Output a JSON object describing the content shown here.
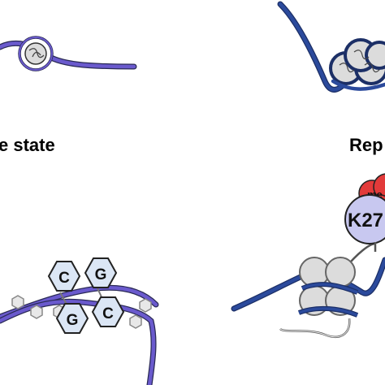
{
  "labels": {
    "left_state": "e state",
    "right_state": "Rep"
  },
  "bases": [
    "C",
    "G",
    "G",
    "C"
  ],
  "histone_mark": {
    "residue": "K27",
    "mod": "me"
  },
  "colors": {
    "dna_purple": "#6a5acd",
    "dna_blue": "#2b4a9c",
    "nucleosome_fill": "#dcdcdc",
    "base_fill": "#dbe6f5",
    "k27_fill": "#c8c8f0",
    "methyl_red": "#e23a3a"
  }
}
